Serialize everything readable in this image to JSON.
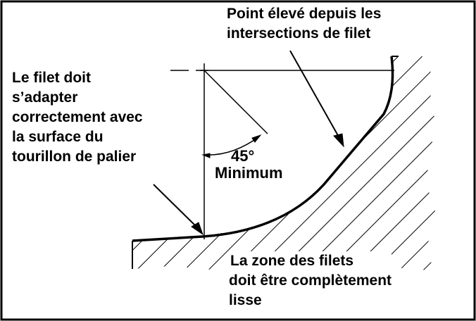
{
  "labels": {
    "top_right": {
      "line1": "Point élevé depuis les",
      "line2": "intersections de filet"
    },
    "left": {
      "line1": "Le filet doit",
      "line2": "s’adapter",
      "line3": "correctement avec",
      "line4": "la surface du",
      "line5": "tourillon de palier"
    },
    "angle": "45°",
    "angle_note": "Minimum",
    "bottom": {
      "line1": "La zone des filets",
      "line2": "doit être complètement",
      "line3": "lisse"
    }
  },
  "colors": {
    "ink": "#000000",
    "paper": "#ffffff"
  }
}
